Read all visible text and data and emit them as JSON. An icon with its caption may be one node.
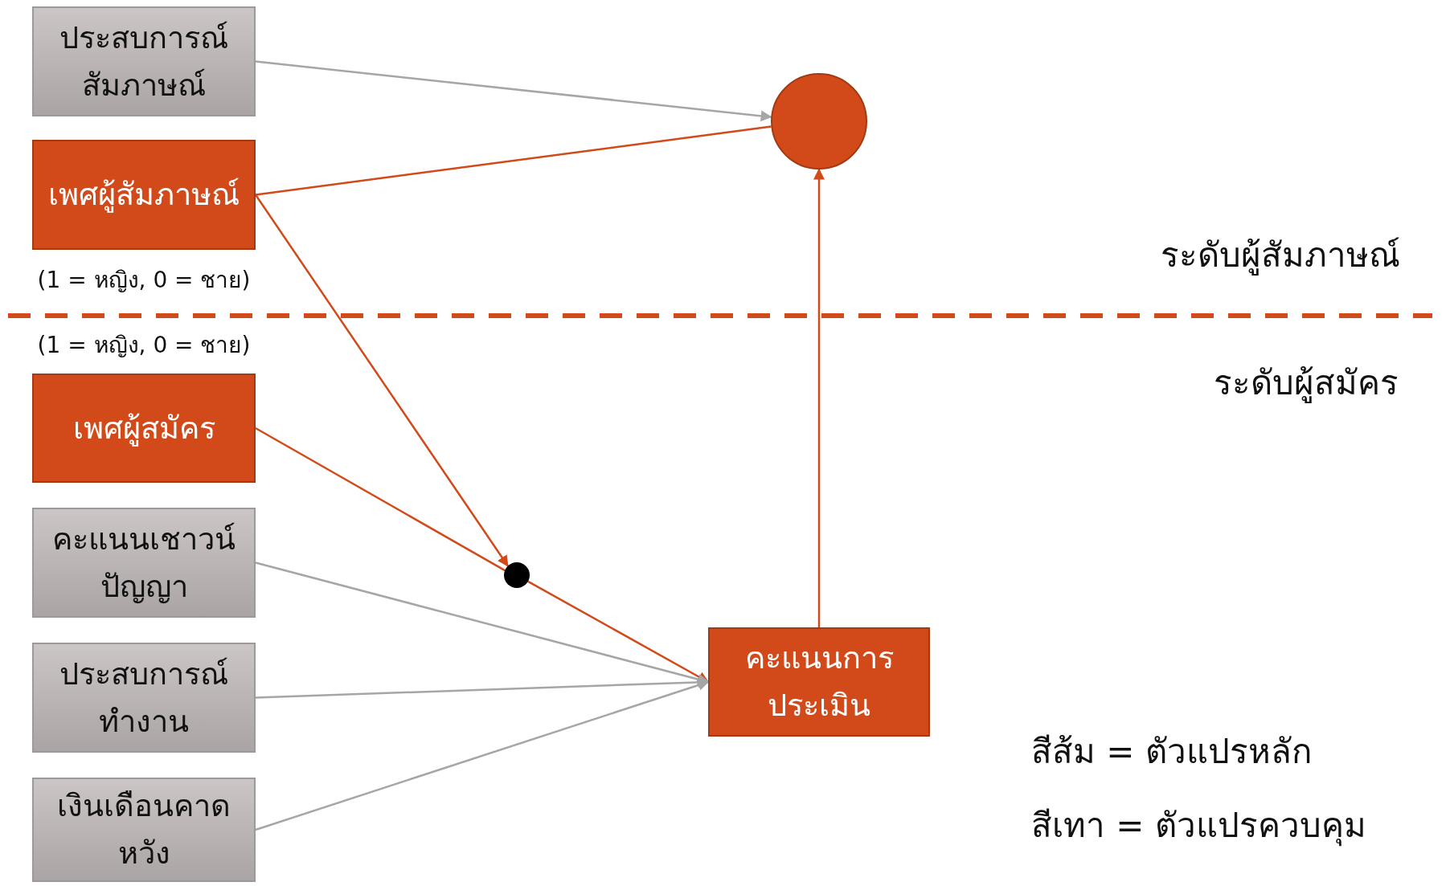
{
  "diagram": {
    "nodes": [
      {
        "text": [
          "ประสบการณ์สัมภาษณ์"
        ]
      },
      {
        "text": [],
        "shape": "circle"
      },
      {
        "text": [
          "เพศผู้สัมภาษณ์"
        ],
        "beside": [
          "(1 = หญิง, 0 = ชาย)"
        ]
      },
      {
        "text": [
          "เพศผู้สมัคร"
        ],
        "beside": [
          "(1 = หญิง, 0 = ชาย)"
        ]
      },
      {
        "text": [],
        "shape": "circle"
      },
      {
        "text": [
          "คะแนนเชาวน์ปัญญา"
        ]
      },
      {
        "text": [
          "ประสบการณ์ทำงาน"
        ]
      },
      {
        "text": [
          "เงินเดือนคาดหวัง"
        ]
      },
      {
        "text": [
          "คะแนนการประเมิน"
        ]
      }
    ],
    "edges": [
      {
        "from": 0,
        "to": 1,
        "arrow": "to",
        "color": "#a6a6a6"
      },
      {
        "from": 2,
        "to": 1,
        "arrow": "none"
      },
      {
        "from": 2,
        "to": 4,
        "arrow": "to"
      },
      {
        "from": 3,
        "to": 4,
        "arrow": "none"
      },
      {
        "from": 4,
        "to": 8,
        "arrow": "to"
      },
      {
        "from": 5,
        "to": 8,
        "arrow": "to",
        "color": "#a6a6a6"
      },
      {
        "from": 6,
        "to": 8,
        "arrow": "to",
        "color": "#a6a6a6"
      },
      {
        "from": 7,
        "to": 8,
        "arrow": "to",
        "color": "#a6a6a6"
      },
      {
        "from": 8,
        "to": 1,
        "arrow": "to"
      }
    ],
    "labels": [
      "ระดับผู้สัมภาษณ์",
      "ระดับผู้สมัคร",
      "สีส้ม = ตัวแปรหลัก",
      "สีเทา = ตัวแปรควบคุม"
    ]
  }
}
